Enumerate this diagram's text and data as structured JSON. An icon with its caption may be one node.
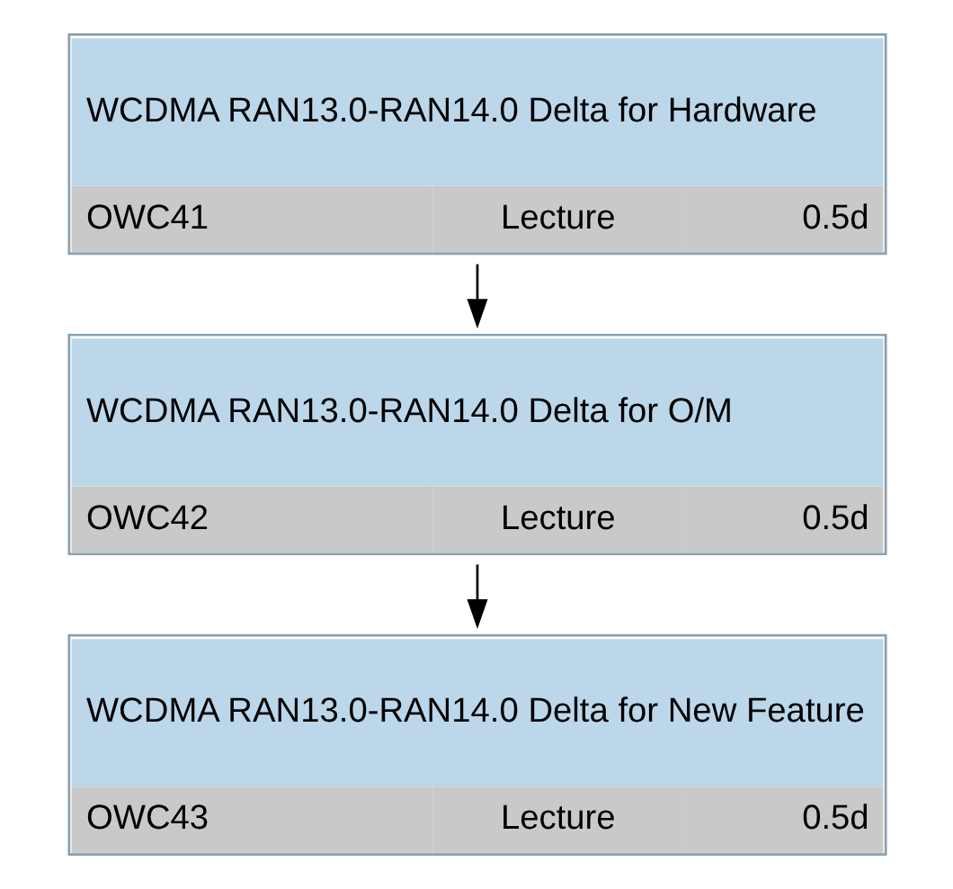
{
  "diagram": {
    "nodes": [
      {
        "text": [
          "WCDMA RAN13.0-RAN14.0 Delta for Hardware",
          "OWC41",
          "Lecture",
          "0.5d"
        ]
      },
      {
        "text": [
          "WCDMA RAN13.0-RAN14.0 Delta for O/M",
          "OWC42",
          "Lecture",
          "0.5d"
        ]
      },
      {
        "text": [
          "WCDMA RAN13.0-RAN14.0 Delta for New Feature",
          "OWC43",
          "Lecture",
          "0.5d"
        ]
      }
    ],
    "edges": [
      {
        "from": 0,
        "to": 1,
        "arrow": "to"
      },
      {
        "from": 1,
        "to": 2,
        "arrow": "to"
      }
    ]
  }
}
